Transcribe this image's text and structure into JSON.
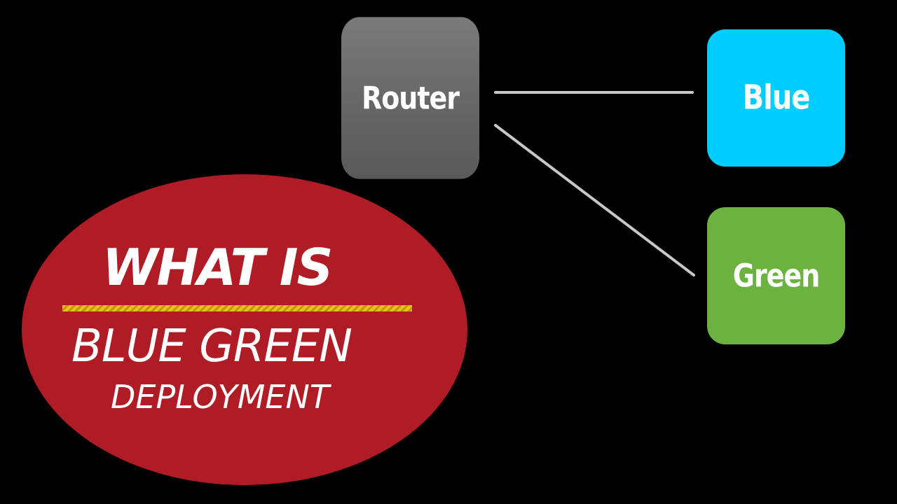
{
  "diagram": {
    "nodes": {
      "router": {
        "label": "Router",
        "color": "#6e6e6e"
      },
      "blue": {
        "label": "Blue",
        "color": "#00ccff"
      },
      "green": {
        "label": "Green",
        "color": "#6cb240"
      }
    },
    "edges": [
      {
        "from": "Router",
        "to": "Blue"
      },
      {
        "from": "Router",
        "to": "Green"
      }
    ],
    "edge_color": "#c8c8c8"
  },
  "title": {
    "line1": "WHAT IS",
    "line2": "BLUE GREEN",
    "line3": "DEPLOYMENT",
    "background_color": "#b01c26",
    "divider_colors": [
      "#e7c21a",
      "#c9901a"
    ]
  }
}
